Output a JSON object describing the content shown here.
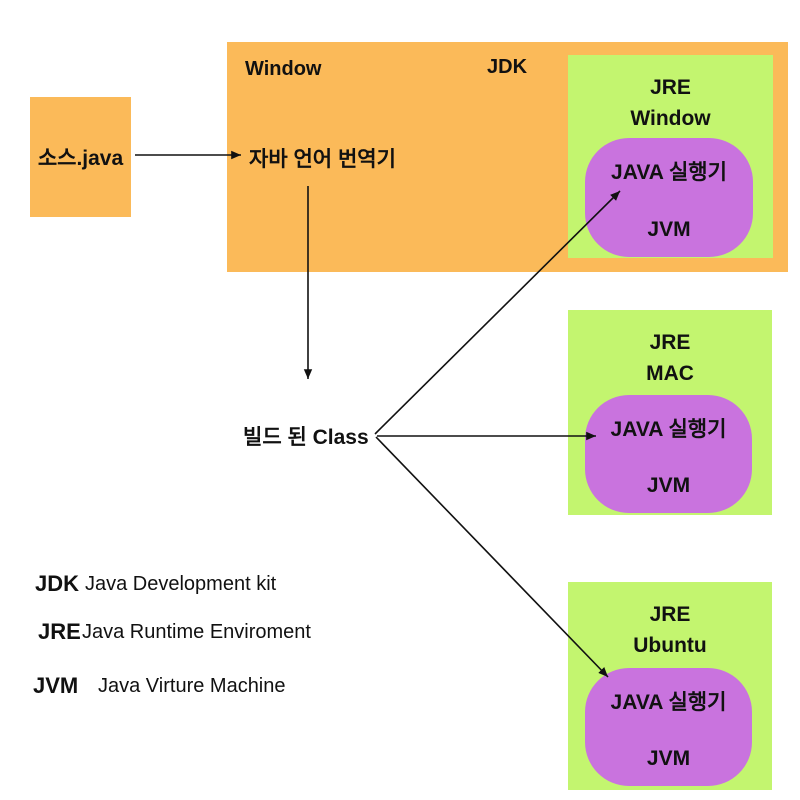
{
  "colors": {
    "orange": "#FBBA59",
    "green": "#C3F56F",
    "purple": "#C973DE",
    "arrow": "#111111",
    "text": "#111111"
  },
  "source_box": {
    "label": "소스.java"
  },
  "jdk_box": {
    "platform": "Window",
    "title": "JDK",
    "compiler": "자바 언어 번역기"
  },
  "build_class": {
    "label": "빌드 된 Class"
  },
  "jre_boxes": [
    {
      "title": "JRE",
      "platform": "Window",
      "runner": "JAVA 실행기",
      "vm": "JVM"
    },
    {
      "title": "JRE",
      "platform": "MAC",
      "runner": "JAVA 실행기",
      "vm": "JVM"
    },
    {
      "title": "JRE",
      "platform": "Ubuntu",
      "runner": "JAVA 실행기",
      "vm": "JVM"
    }
  ],
  "legend": {
    "items": [
      {
        "abbr": "JDK",
        "meaning": "Java Development kit"
      },
      {
        "abbr": "JRE",
        "meaning": "Java Runtime Enviroment"
      },
      {
        "abbr": "JVM",
        "meaning": "Java Virture Machine"
      }
    ]
  }
}
